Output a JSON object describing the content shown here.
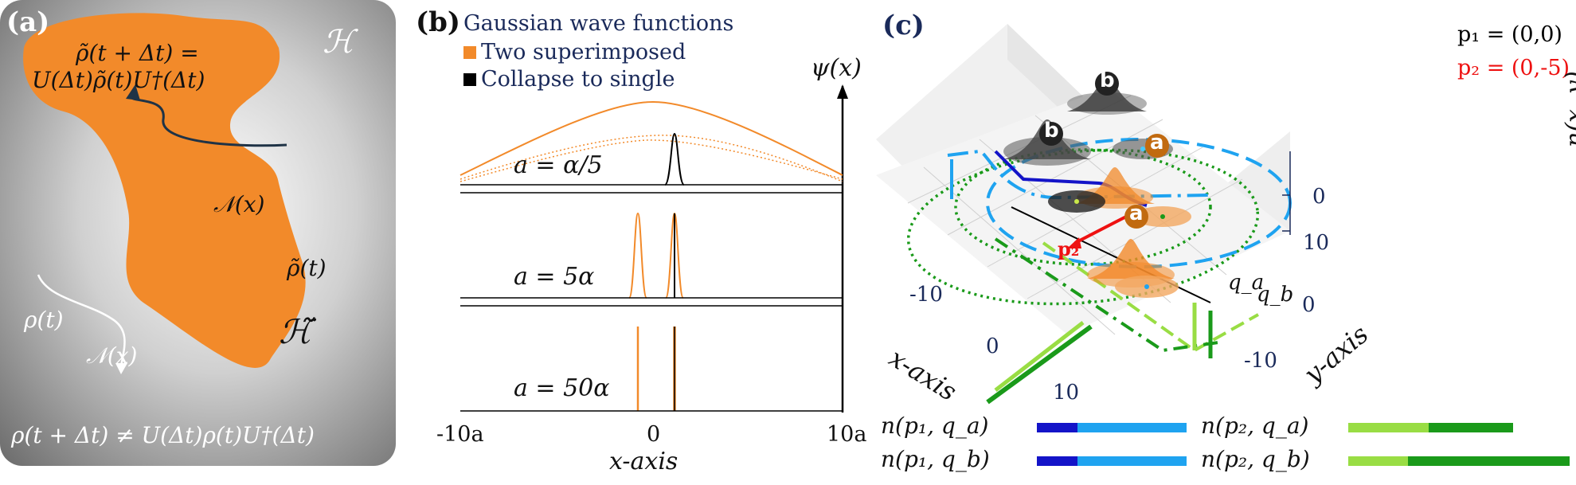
{
  "panel_a": {
    "label": "(a)",
    "hilbert": "ℋ",
    "hilbert_tilde": "ℋ̃",
    "eq_top_line1": "ρ̃(t + Δt) =",
    "eq_top_line2": "U(Δt)ρ̃(t)U†(Δt)",
    "noise_inner": "𝒩(x)",
    "rho_tilde": "ρ̃(t)",
    "rho": "ρ(t)",
    "noise_outer": "𝒩(x)",
    "eq_bottom": "ρ(t + Δt) ≠ U(Δt)ρ(t)U†(Δt)",
    "colors": {
      "blob": "#f28a2a",
      "arrow": "#1f3346"
    }
  },
  "panel_b": {
    "label": "(b)",
    "legend_title": "Gaussian wave functions",
    "legend_items": [
      {
        "label": "Two superimposed",
        "color": "#f28a2a"
      },
      {
        "label": "Collapse to single",
        "color": "#000000"
      }
    ],
    "y_label": "ψ(x)",
    "x_label": "x-axis",
    "x_ticks": [
      "-10a",
      "0",
      "10a"
    ],
    "subplots": [
      {
        "label": "a = α/5"
      },
      {
        "label": "a = 5α"
      },
      {
        "label": "a = 50α"
      }
    ]
  },
  "panel_c": {
    "label": "(c)",
    "p1_label": "p₁ = (0,0)",
    "p2_label": "p₂ = (0,-5)",
    "p2_arrow_label": "p₂",
    "x_axis_label": "x-axis",
    "y_axis_label": "y-axis",
    "z_axis_label": "n(x, y)",
    "x_ticks": [
      "-10",
      "0",
      "10"
    ],
    "y_ticks": [
      "0",
      "-10"
    ],
    "z_ticks": [
      "0",
      "10"
    ],
    "q_labels": [
      "q_a",
      "q_b"
    ],
    "markers": [
      "a",
      "a",
      "b",
      "b"
    ],
    "bars": [
      {
        "label": "n(p₁, q_a)",
        "dark": "#1414c8",
        "light": "#1fa3f0",
        "split": 0.27
      },
      {
        "label": "n(p₁, q_b)",
        "dark": "#1414c8",
        "light": "#1fa3f0",
        "split": 0.27
      },
      {
        "label": "n(p₂, q_a)",
        "light": "#99dd44",
        "dark": "#1a9a1a",
        "split": 0.49
      },
      {
        "label": "n(p₂, q_b)",
        "light": "#99dd44",
        "dark": "#1a9a1a",
        "split": 0.35
      }
    ],
    "colors": {
      "p2": "#ee1111",
      "marker_a": "#c16a10",
      "marker_b": "#222222",
      "axis_navy": "#1a2a5a"
    }
  }
}
